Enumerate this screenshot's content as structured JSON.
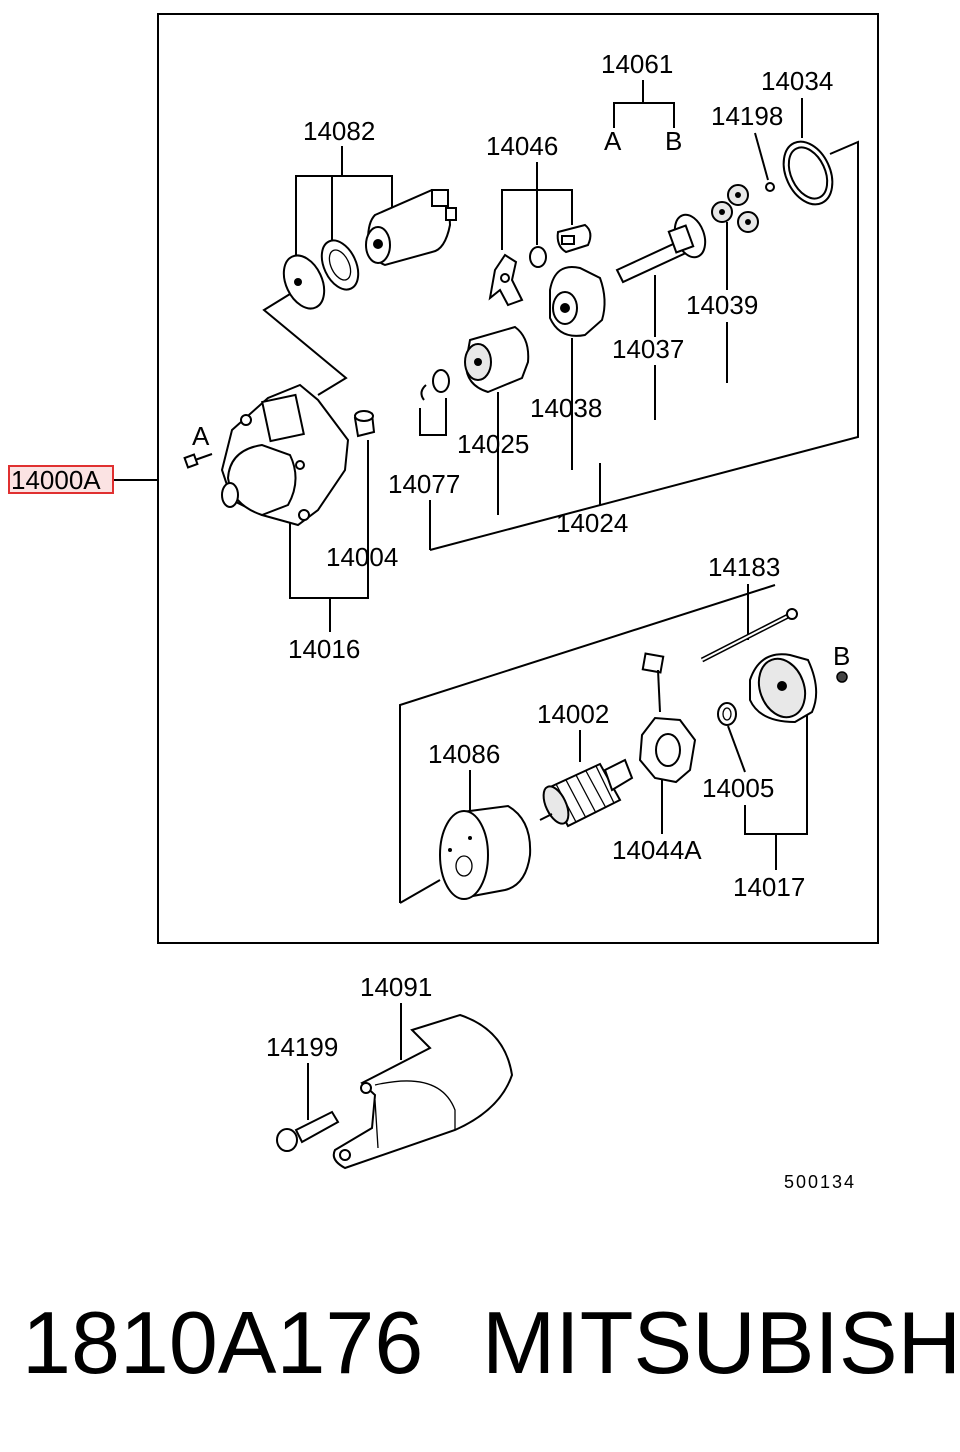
{
  "callouts": {
    "assembly": "14000A",
    "solenoid_kit": "14082",
    "lever_kit": "14046",
    "ab_set": "14061",
    "ab_a": "A",
    "ab_b": "B",
    "ring": "14034",
    "ball": "14198",
    "gears": "14039",
    "shaft": "14037",
    "housing": "14038",
    "clutch": "14025",
    "clip": "14077",
    "repair_kit": "14024",
    "bushing": "14004",
    "front_bracket": "14016",
    "bolt_a_label": "A",
    "through_bolt": "14183",
    "rear_bracket_b_label": "B",
    "armature": "14002",
    "yoke": "14086",
    "bushing_rear": "14005",
    "brush_holder": "14044A",
    "rear_bracket": "14017",
    "heat_shield": "14091",
    "bolt": "14199",
    "drawing_no": "500134"
  },
  "highlight_color": "#e03030",
  "caption": {
    "part_number": "1810A176",
    "brand": "MITSUBISHI"
  }
}
